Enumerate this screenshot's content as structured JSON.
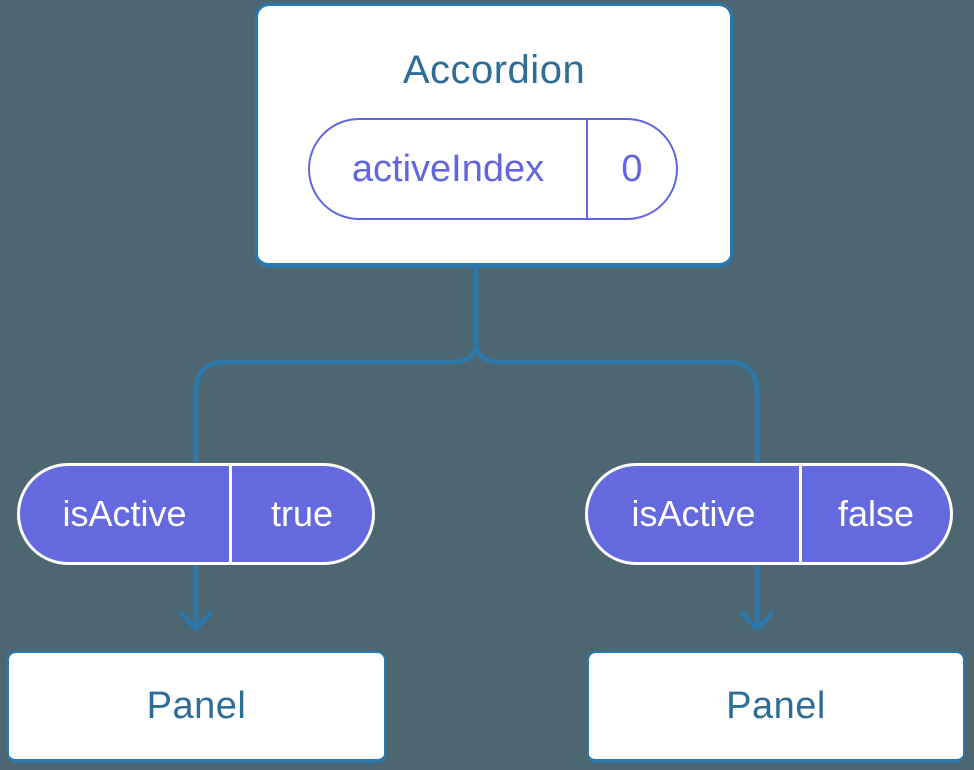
{
  "colors": {
    "background": "#4D6772",
    "connector_blue": "#2A78AC",
    "card_border_blue": "#2A78AC",
    "card_background": "#FFFFFF",
    "heading_teal": "#2E6D96",
    "pill_fill_purple": "#6469DE",
    "pill_outline_purple": "#6265E0",
    "pill_text_white": "#FFFFFF"
  },
  "tree": {
    "root": {
      "title": "Accordion",
      "state_pill": {
        "name": "activeIndex",
        "value": "0"
      }
    },
    "children": [
      {
        "prop_pill": {
          "name": "isActive",
          "value": "true"
        },
        "panel": {
          "title": "Panel"
        }
      },
      {
        "prop_pill": {
          "name": "isActive",
          "value": "false"
        },
        "panel": {
          "title": "Panel"
        }
      }
    ]
  }
}
